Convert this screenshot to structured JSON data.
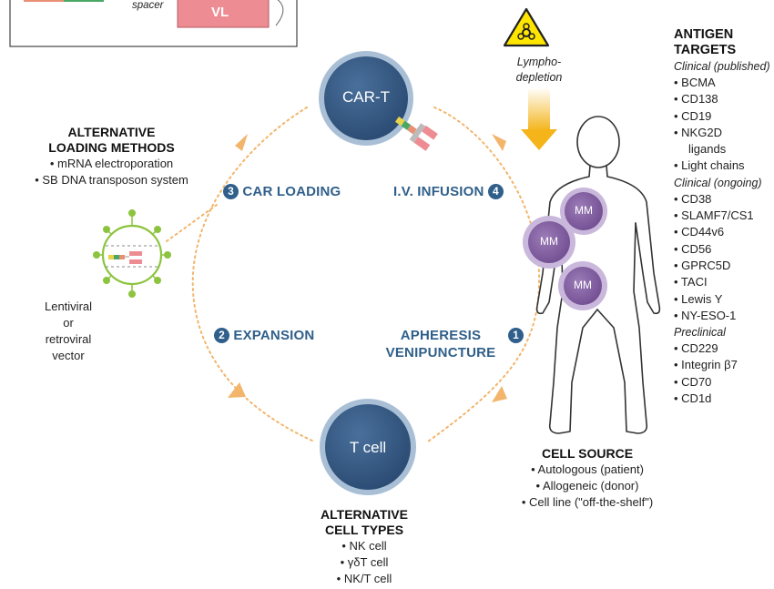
{
  "inset": {
    "spacer_label": "spacer",
    "vl_label": "VL"
  },
  "cells": {
    "cart_label": "CAR-T",
    "tcell_label": "T cell",
    "mm_label": "MM"
  },
  "steps": [
    {
      "num": "3",
      "label": "CAR LOADING"
    },
    {
      "num": "4",
      "label": "I.V. INFUSION"
    },
    {
      "num": "2",
      "label": "EXPANSION"
    },
    {
      "num": "1",
      "label_line1": "APHERESIS",
      "label_line2": "VENIPUNCTURE"
    }
  ],
  "lymphodepletion": {
    "line1": "Lympho-",
    "line2": "depletion"
  },
  "alt_loading": {
    "title_line1": "ALTERNATIVE",
    "title_line2": "LOADING METHODS",
    "items": [
      "• mRNA electroporation",
      "• SB DNA transposon system"
    ]
  },
  "vector_label": [
    "Lentiviral",
    "or",
    "retroviral",
    "vector"
  ],
  "cell_source": {
    "title": "CELL SOURCE",
    "items": [
      "• Autologous (patient)",
      "• Allogeneic (donor)",
      "• Cell line (\"off-the-shelf\")"
    ]
  },
  "alt_cell_types": {
    "title_line1": "ALTERNATIVE",
    "title_line2": "CELL TYPES",
    "items": [
      "• NK cell",
      "• γδT cell",
      "• NK/T cell"
    ]
  },
  "antigen_targets": {
    "title_line1": "ANTIGEN",
    "title_line2": "TARGETS",
    "clinical_published_header": "Clinical (published)",
    "clinical_published": [
      "• BCMA",
      "• CD138",
      "• CD19",
      "• NKG2D",
      "ligands",
      "• Light chains"
    ],
    "clinical_ongoing_header": "Clinical (ongoing)",
    "clinical_ongoing": [
      "• CD38",
      "• SLAMF7/CS1",
      "• CD44v6",
      "• CD56",
      "• GPRC5D",
      "• TACI",
      "• Lewis Y",
      "• NY-ESO-1"
    ],
    "preclinical_header": "Preclinical",
    "preclinical": [
      "• CD229",
      "• Integrin β7",
      "• CD70",
      "• CD1d"
    ]
  },
  "colors": {
    "cycle_arrow": "#f2b56b",
    "step_blue": "#2f5f8a",
    "cell_dark": "#34557f",
    "cell_ring": "#a9bfd6",
    "mm_purple": "#8a63a8",
    "vl_pink": "#ee8c93",
    "hazard_yellow": "#ffe600",
    "lympho_arrow": "#f4b41a"
  },
  "icons": [
    "biohazard-icon",
    "lympho-arrow-icon",
    "virus-vector-icon",
    "car-receptor-icon",
    "human-body-outline-icon"
  ]
}
